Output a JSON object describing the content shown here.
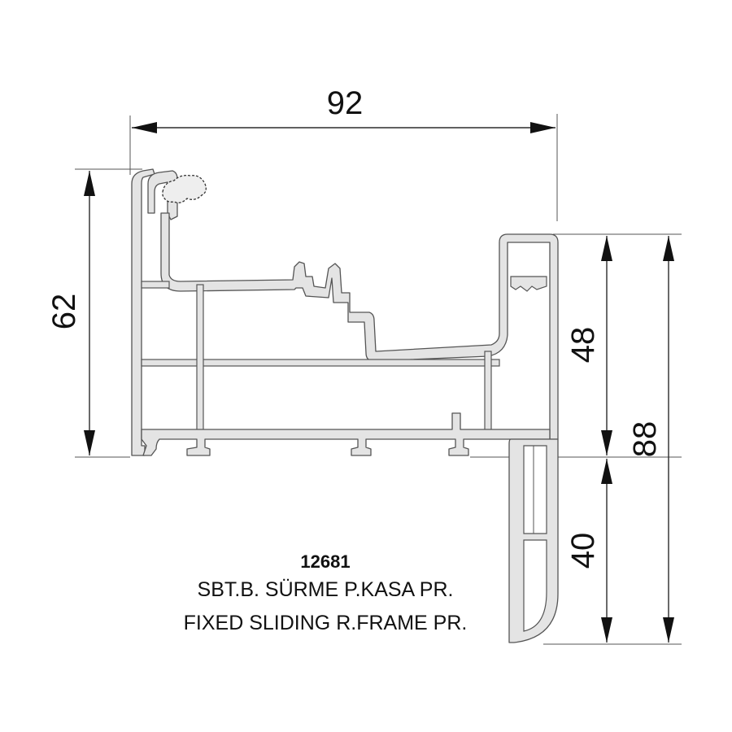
{
  "dimensions": {
    "width_top": "92",
    "height_left": "62",
    "height_upper_right": "48",
    "height_lower_right": "40",
    "height_total": "88"
  },
  "product": {
    "code": "12681",
    "name_tr": "SBT.B. SÜRME P.KASA PR.",
    "name_en": "FIXED SLIDING R.FRAME PR."
  },
  "colors": {
    "profile_fill": "#e4e4e4",
    "profile_outline": "#555555",
    "text": "#111111"
  }
}
